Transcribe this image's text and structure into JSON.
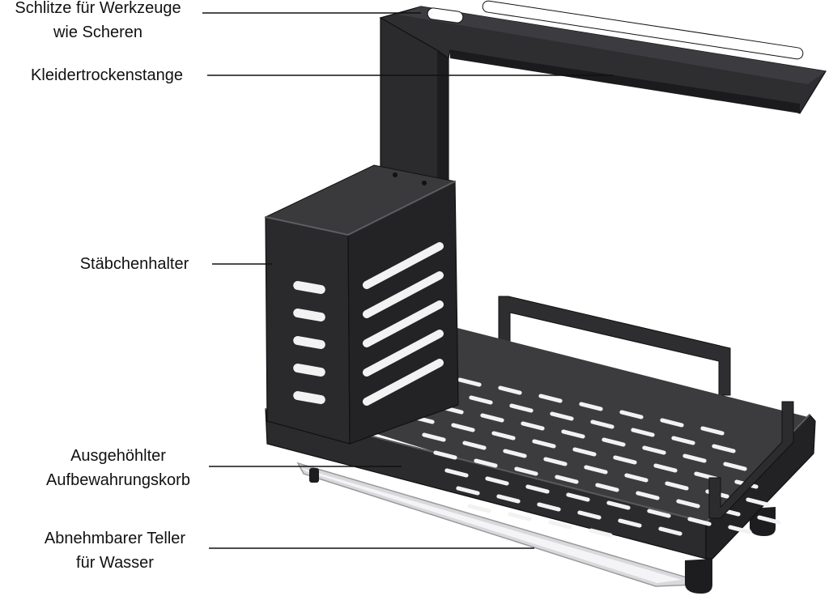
{
  "colors": {
    "metal": "#2b2b2d",
    "metal_dark": "#1a1a1c",
    "metal_light": "#454548",
    "tray": "#e4e4e6",
    "leader_line": "#111111"
  },
  "callouts": [
    {
      "id": "tool-slots",
      "lines": [
        "Schlitze für Werkzeuge",
        "wie Scheren"
      ]
    },
    {
      "id": "towel-bar",
      "lines": [
        "Kleidertrockenstange"
      ]
    },
    {
      "id": "chopstick-holder",
      "lines": [
        "Stäbchenhalter"
      ]
    },
    {
      "id": "storage-basket",
      "lines": [
        "Ausgehöhlter",
        "Aufbewahrungskorb"
      ]
    },
    {
      "id": "water-tray",
      "lines": [
        "Abnehmbarer Teller",
        "für Wasser"
      ]
    }
  ]
}
